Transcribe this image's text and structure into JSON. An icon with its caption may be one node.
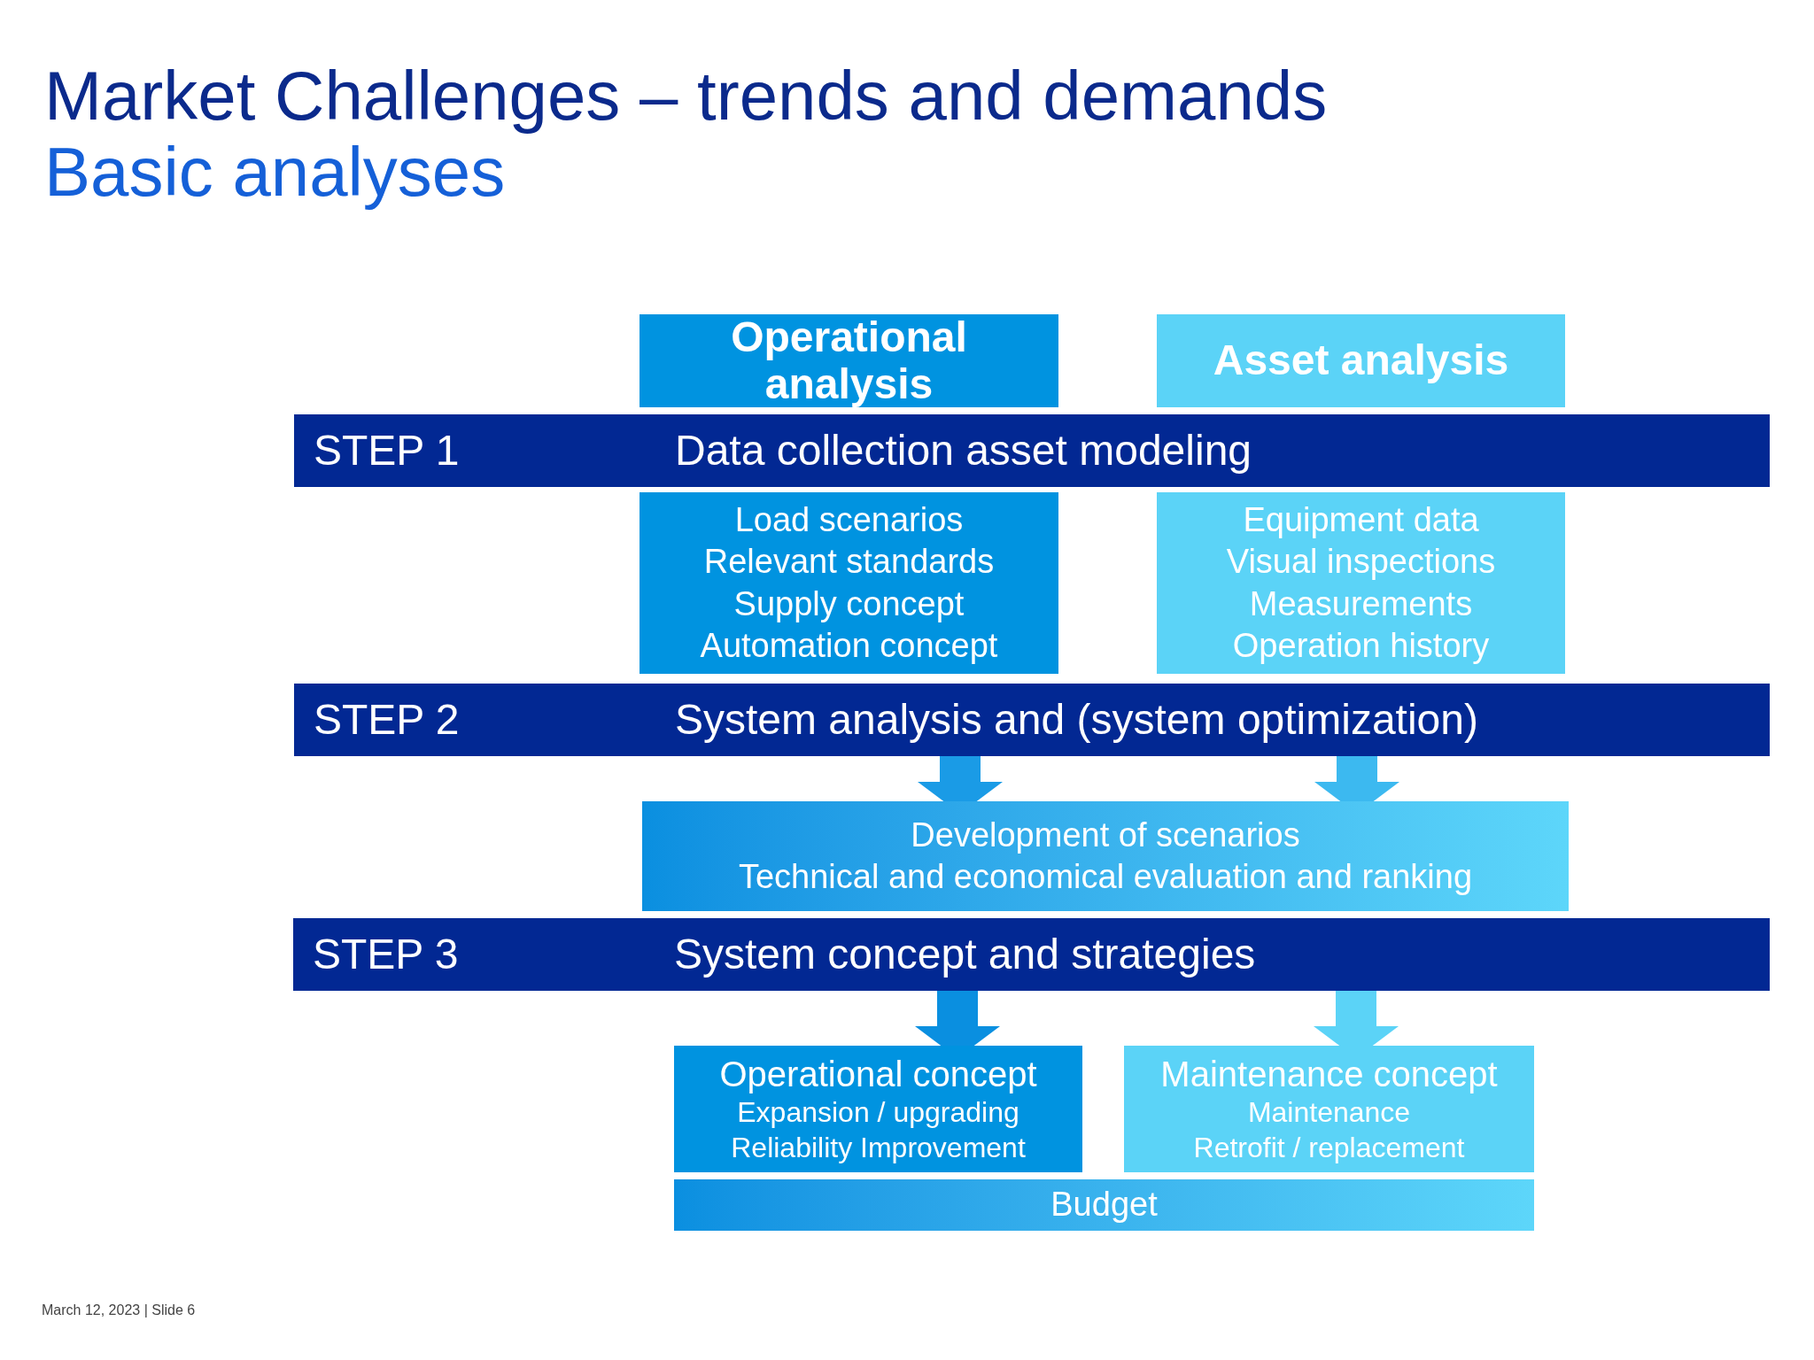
{
  "diagram": {
    "title": "Market Challenges – trends and demands",
    "nodes": [
      {
        "text": [
          "Operational analysis"
        ]
      },
      {
        "text": [
          "Asset analysis"
        ]
      },
      {
        "text": [
          "STEP 1",
          "Data collection asset modeling"
        ]
      },
      {
        "text": [
          "Load scenarios",
          "Relevant standards",
          "Supply concept",
          "Automation concept"
        ]
      },
      {
        "text": [
          "Equipment data",
          "Visual inspections",
          "Measurements",
          "Operation history"
        ]
      },
      {
        "text": [
          "STEP 2",
          "System analysis and (system optimization)"
        ]
      },
      {
        "text": [
          "Development of scenarios",
          "Technical and economical evaluation and ranking"
        ]
      },
      {
        "text": [
          "STEP 3",
          "System concept and strategies"
        ]
      },
      {
        "text": [
          "Operational concept",
          "Expansion / upgrading",
          "Reliability Improvement"
        ]
      },
      {
        "text": [
          "Maintenance concept",
          "Maintenance",
          "Retrofit / replacement"
        ]
      },
      {
        "text": [
          "Budget"
        ]
      }
    ],
    "edges": [
      {
        "from": 5,
        "to": 6,
        "arrow": "to",
        "color": "#1a9be6"
      },
      {
        "from": 5,
        "to": 6,
        "arrow": "to",
        "color": "#3cb9f0"
      },
      {
        "from": 7,
        "to": 8,
        "arrow": "to",
        "color": "#0a8fe0"
      },
      {
        "from": 7,
        "to": 9,
        "arrow": "to",
        "color": "#5bd3f7"
      }
    ],
    "labels": [
      "Basic analyses",
      "March 12, 2023 | Slide 6"
    ]
  }
}
